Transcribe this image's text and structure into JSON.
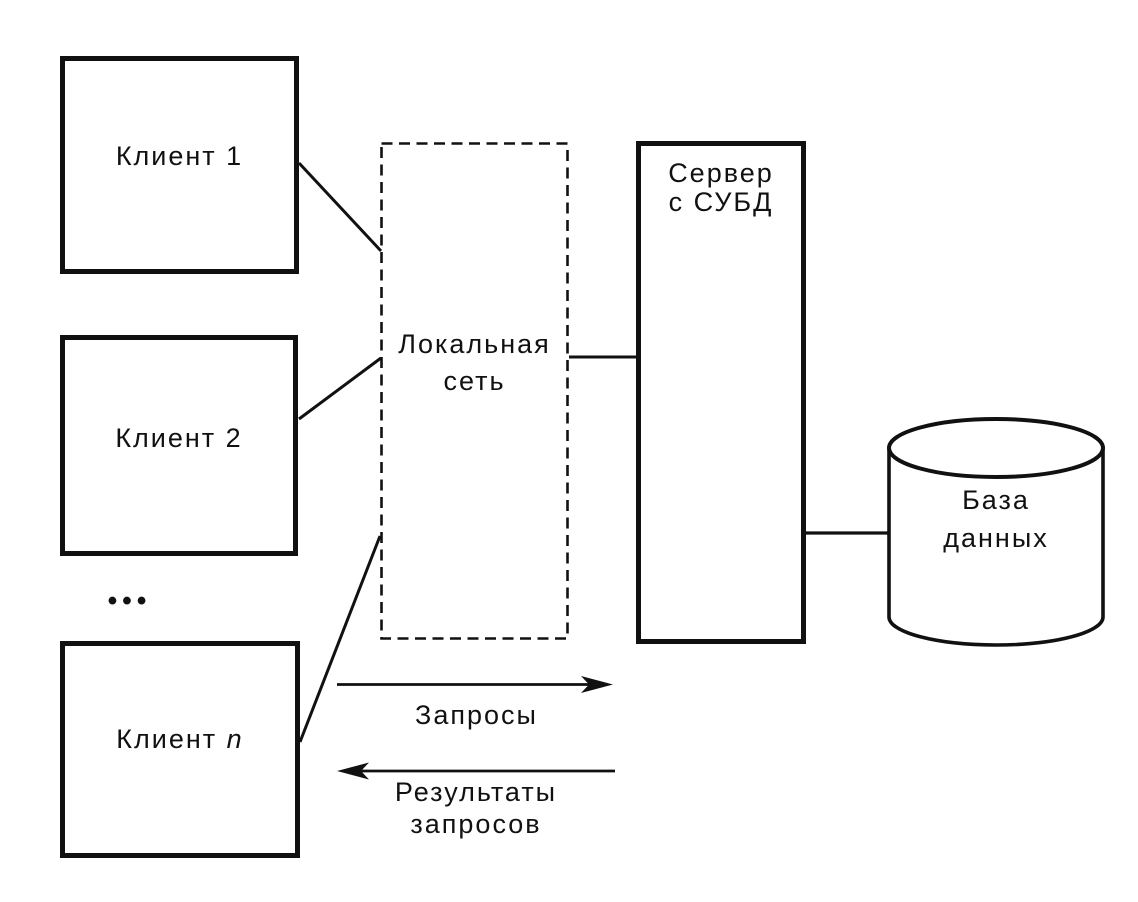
{
  "figure": {
    "background": "#ffffff",
    "ink": "#111111",
    "type": "diagram",
    "topic": "client-server architecture with remote database access"
  },
  "nodes": {
    "client1": {
      "label": "Клиент 1"
    },
    "client2": {
      "label": "Клиент 2"
    },
    "client_n": {
      "prefix": "Клиент ",
      "var": "n"
    },
    "ellipsis": "...",
    "lan": {
      "line1": "Локальная",
      "line2": "сеть"
    },
    "server": {
      "line1": "Сервер",
      "line2": "с СУБД"
    },
    "database": {
      "line1": "База",
      "line2": "данных"
    }
  },
  "flows": {
    "requests": {
      "label": "Запросы",
      "direction": "right"
    },
    "results": {
      "line1": "Результаты",
      "line2": "запросов",
      "direction": "left"
    }
  }
}
